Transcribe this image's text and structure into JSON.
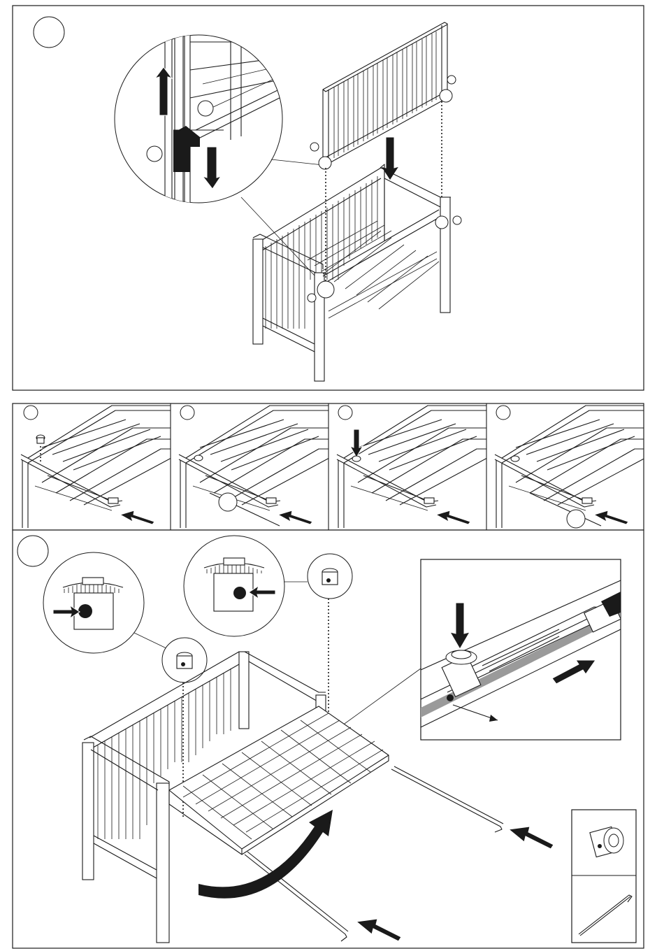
{
  "figure": {
    "kind": "assembly-instruction-sheet",
    "step_marker_count": 6,
    "substep_panel_count": 4,
    "parts_legend": [
      "connector-nut-icon",
      "bent-rod-icon"
    ],
    "colors": {
      "ink": "#1a1a1a",
      "paper": "#ffffff",
      "shade": "#9a9a9a"
    }
  }
}
